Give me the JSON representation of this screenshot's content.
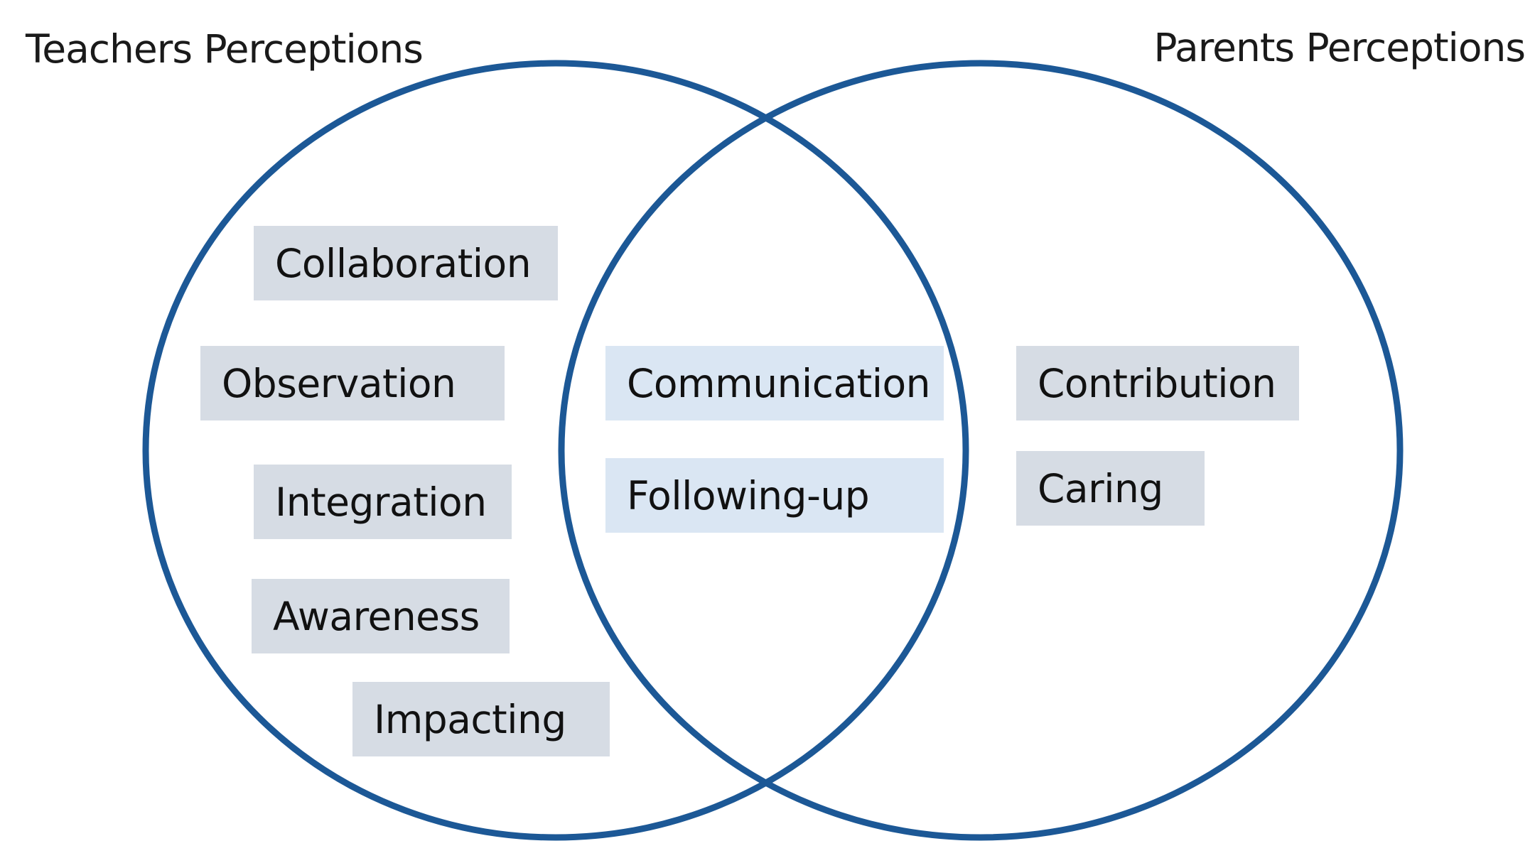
{
  "sets": {
    "left": {
      "title": "Teachers Perceptions",
      "items": [
        "Collaboration",
        "Observation",
        "Integration",
        "Awareness",
        "Impacting"
      ]
    },
    "intersection": {
      "items": [
        "Communication",
        "Following-up"
      ]
    },
    "right": {
      "title": "Parents Perceptions",
      "items": [
        "Contribution",
        "Caring"
      ]
    }
  },
  "colors": {
    "circle_stroke": "#1c5896",
    "tag_fill": "#d6dce4",
    "intersection_tag_fill": "#dae6f3",
    "text": "#1a1a1a"
  }
}
